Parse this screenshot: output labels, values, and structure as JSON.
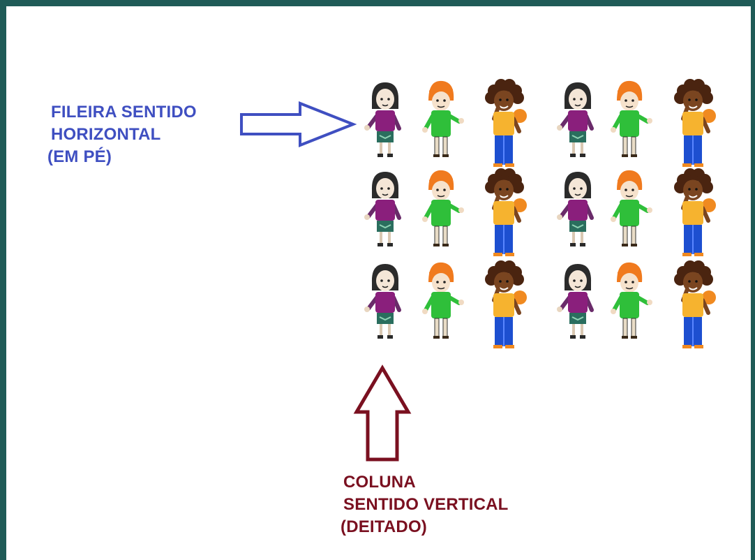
{
  "colors": {
    "frame": "#1f5b57",
    "row_label": "#3f4fc1",
    "column_label": "#7a1020",
    "row_arrow": "#3f4fc1",
    "column_arrow": "#7a1020"
  },
  "row_label": {
    "line1": "FILEIRA SENTIDO",
    "line2": "HORIZONTAL",
    "line3": "(EM PÉ)"
  },
  "column_label": {
    "line1": "COLUNA",
    "line2": "SENTIDO VERTICAL",
    "line3": "(DEITADO)"
  },
  "grid": {
    "rows": 3,
    "columns": 6,
    "character_sequence": [
      "girl-dark-hair",
      "boy-orange-hair",
      "boy-curly-hair",
      "girl-dark-hair",
      "boy-orange-hair",
      "boy-curly-hair"
    ]
  }
}
